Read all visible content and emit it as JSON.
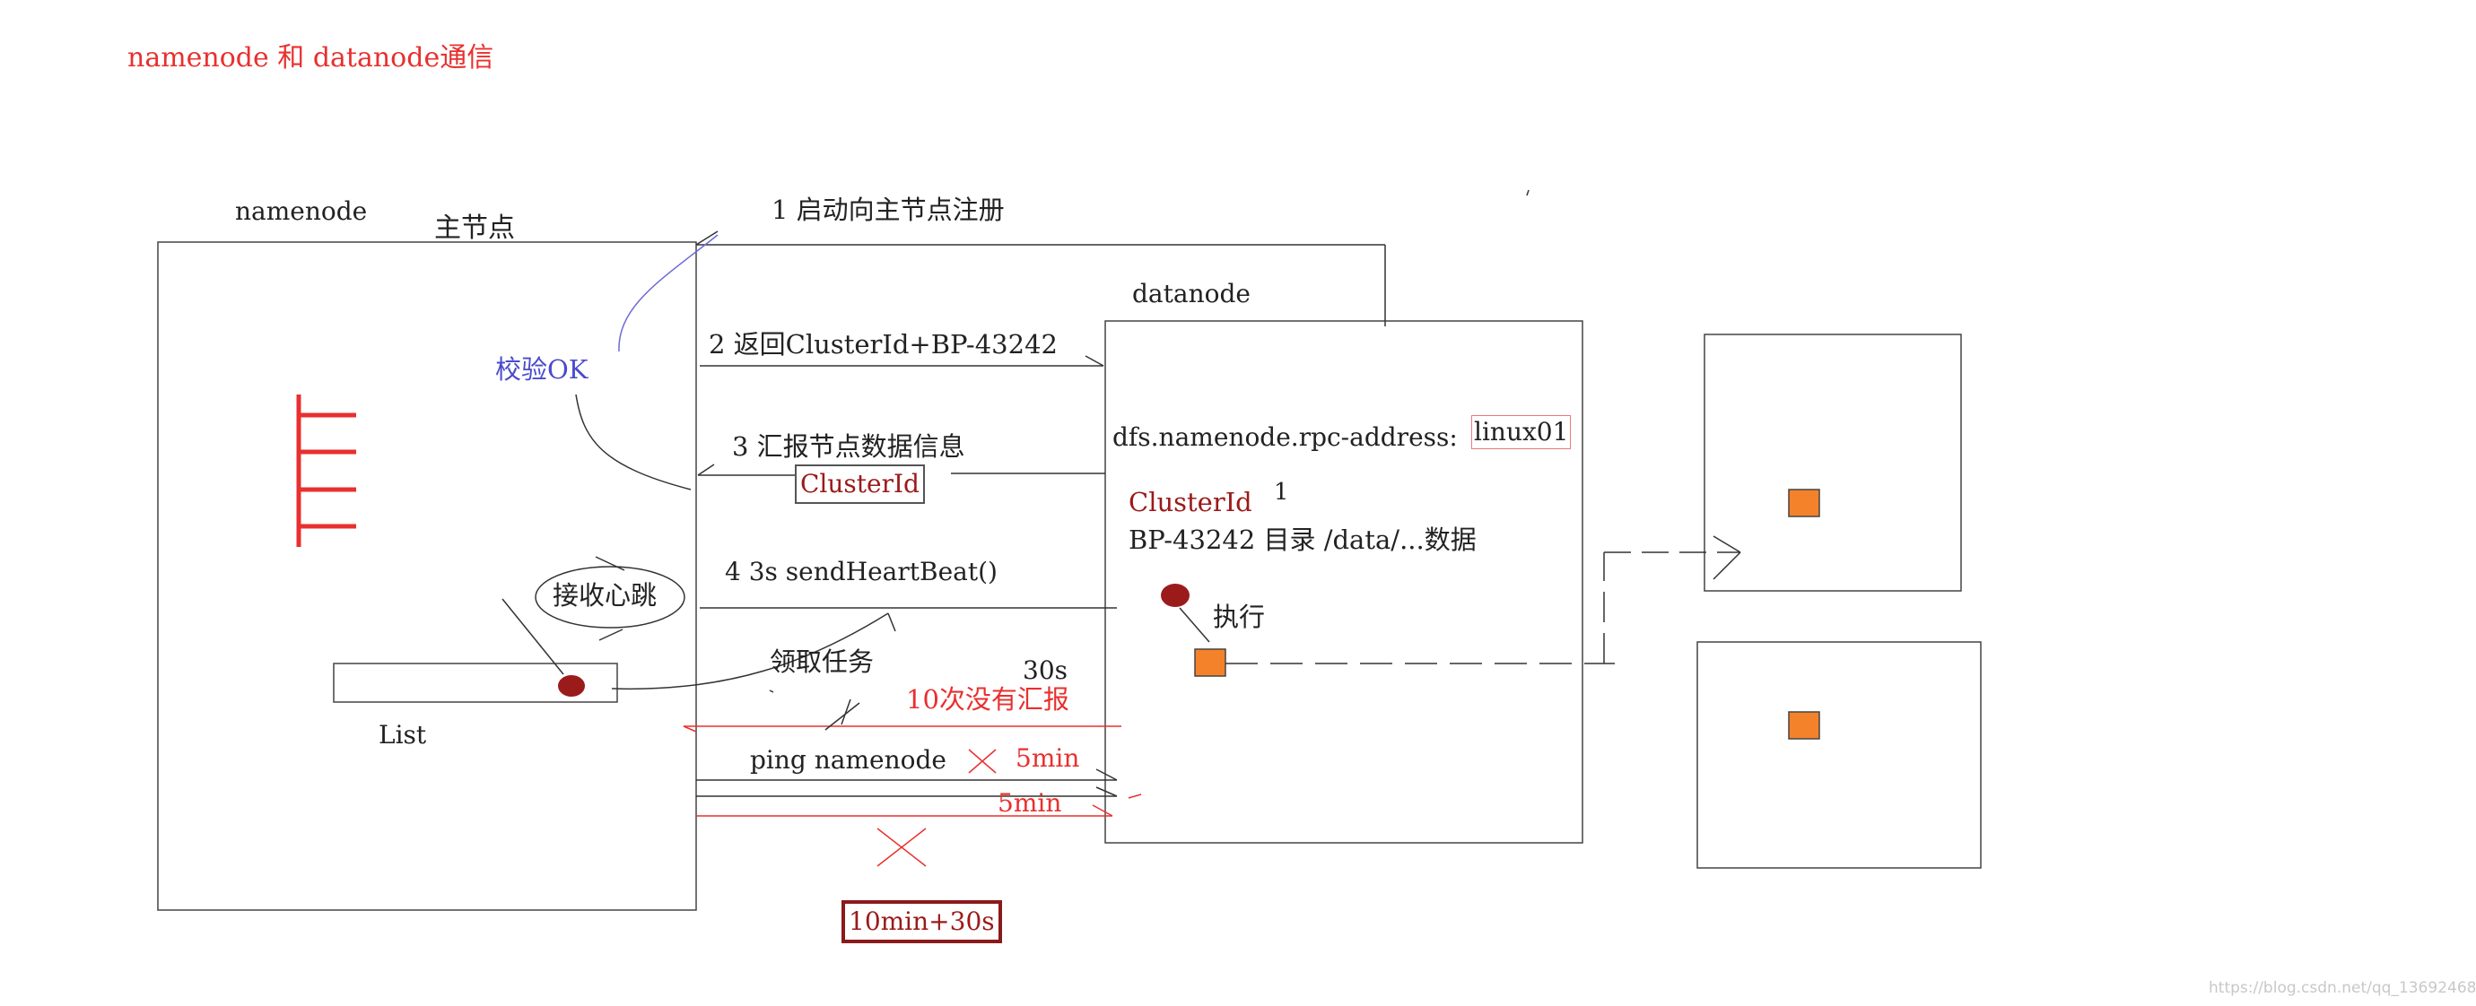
{
  "title": "namenode 和 datanode通信",
  "labels": {
    "namenode": "namenode",
    "main_node": "主节点",
    "datanode": "datanode",
    "verify_ok": "校验OK",
    "receive_heartbeat": "接收心跳",
    "list": "List",
    "get_task": "领取任务",
    "execute": "执行",
    "thirty_s": "30s",
    "one_mark": "1"
  },
  "steps": {
    "register": "1 启动向主节点注册",
    "return_id": "2 返回ClusterId+BP-43242",
    "report_info": "3 汇报节点数据信息",
    "heartbeat": "4 3s  sendHeartBeat()",
    "ping": "ping namenode",
    "no_report": "10次没有汇报",
    "five_min_a": "5min",
    "five_min_b": "5min",
    "total": "10min+30s"
  },
  "datanode_content": {
    "config_key": "dfs.namenode.rpc-address:",
    "config_value": "linux01",
    "cluster_id_inner": "ClusterId",
    "cluster_id_box": "ClusterId",
    "bp_line": "BP-43242  目录 /data/...数据"
  },
  "watermark": "https://blog.csdn.net/qq_13692468",
  "colors": {
    "red_text": "#e8302f",
    "dark_red_text": "#9b1a1a",
    "blue_text": "#4a4acd",
    "orange_block": "#f4822a",
    "maroon_dot": "#9b1b1b",
    "line": "#333333",
    "red_line": "#e8302f"
  }
}
